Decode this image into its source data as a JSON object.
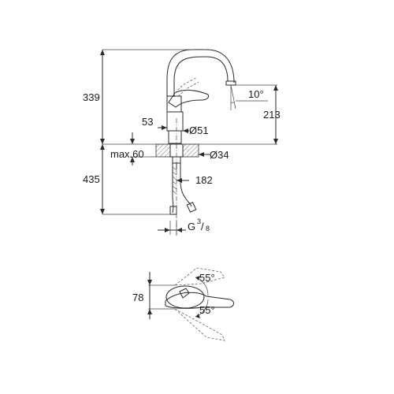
{
  "drawing": {
    "front_view": {
      "dims": {
        "total_height_above": "339",
        "spout_height": "213",
        "below_deck": "435",
        "spout_angle": "10°",
        "handle_offset": "53",
        "body_diameter": "Ø51",
        "deck_max": "max.60",
        "hole_diameter": "Ø34",
        "spout_reach": "182",
        "thread": "G",
        "thread_num": "3",
        "thread_den": "8"
      }
    },
    "top_view": {
      "dims": {
        "depth": "78",
        "angle_upper": "55°",
        "angle_lower": "55°"
      }
    }
  }
}
